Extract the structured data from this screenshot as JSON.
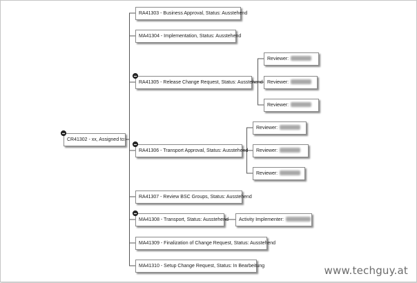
{
  "root": {
    "label": "CR41302 - xx, Assigned to:"
  },
  "children": [
    {
      "label": "RA41303 - Business Approval, Status: Ausstehend"
    },
    {
      "label": "MA41304 - Implementation, Status: Ausstehend"
    },
    {
      "label": "RA41305 - Release Change Request, Status: Ausstehend",
      "reviewers": [
        "Reviewer:",
        "Reviewer:",
        "Reviewer:"
      ]
    },
    {
      "label": "RA41306 - Transport Approval, Status: Ausstehend",
      "reviewers": [
        "Reviewer:",
        "Reviewer:",
        "Reviewer:"
      ]
    },
    {
      "label": "RA41307 - Review BSC Groups, Status: Ausstehend"
    },
    {
      "label": "MA41308 - Transport, Status: Ausstehend",
      "implementer": "Activity Implementer:"
    },
    {
      "label": "MA41309 - Finalization of Change Request, Status: Ausstehend"
    },
    {
      "label": "MA41310 - Setup Change Request, Status: In Bearbeitung"
    }
  ],
  "watermark": "www.techguy.at",
  "colors": {
    "line": "#555555",
    "border": "#8a8a8a",
    "collapse_button": "#2e2e2e"
  }
}
